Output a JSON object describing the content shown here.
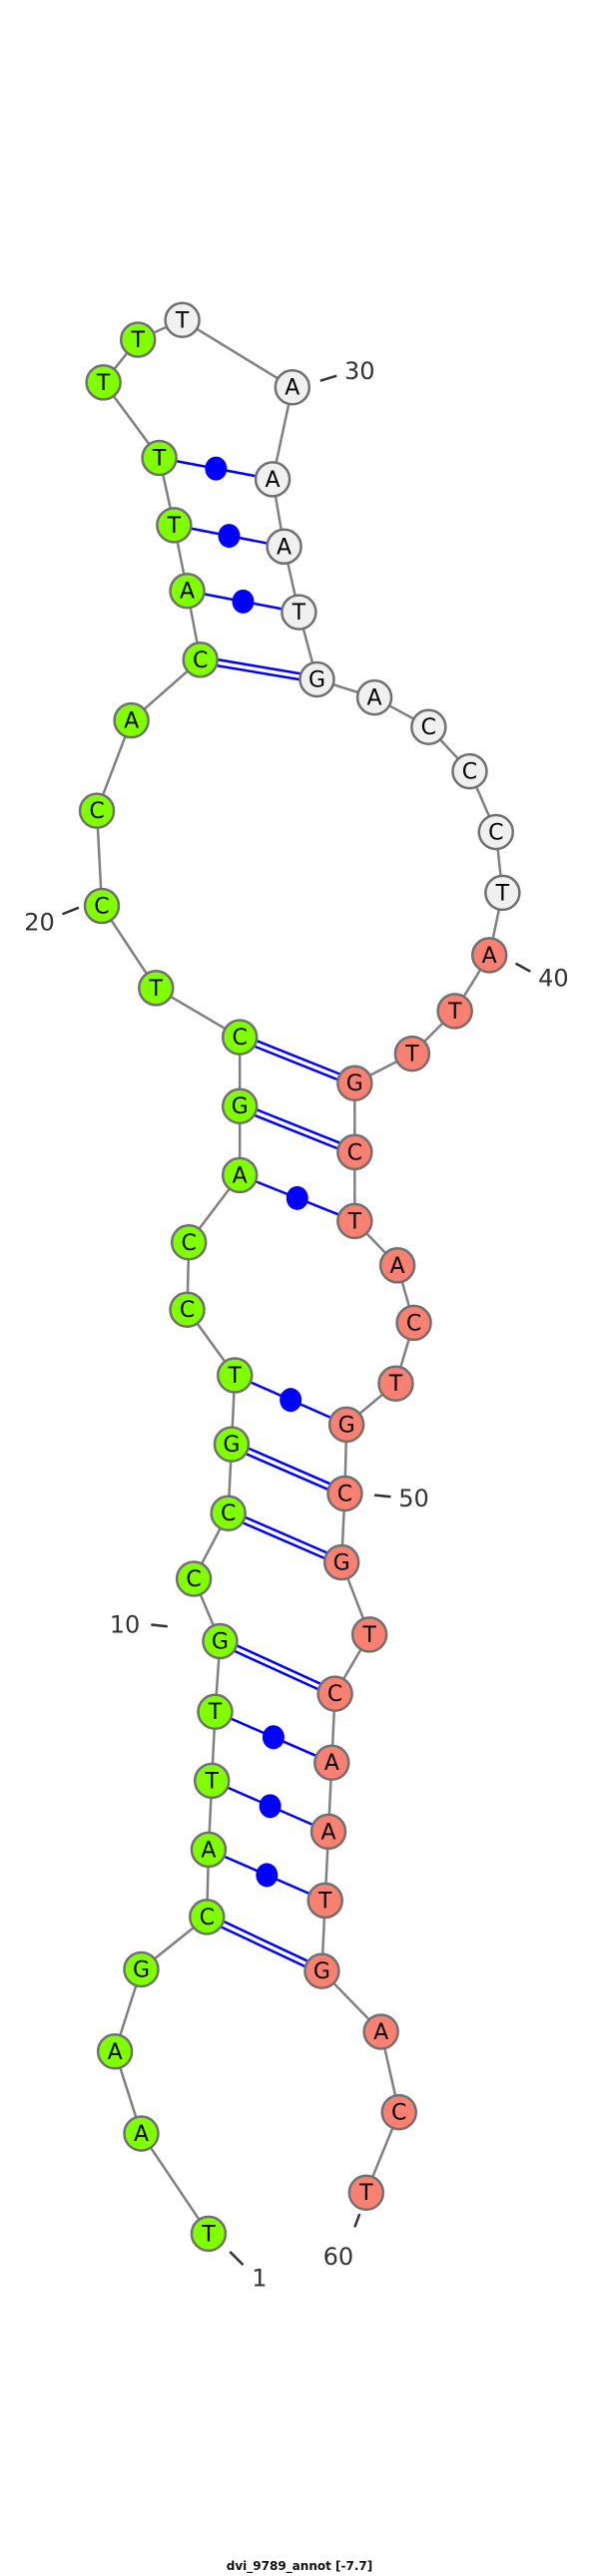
{
  "caption": "dvi_9789_annot [-7.7]",
  "sequence": "TAAGCATTGCCGTCCAGCTCCACATTTTTAAATGACCCTATTGCTACTGCGTCAATGACT",
  "colors": {
    "green": "#7fff00",
    "white": "#f0f0f0",
    "salmon": "#fa8072",
    "backbone": "#808080",
    "pair": "#0000ff",
    "outline": "#707070"
  },
  "color_ranges": [
    {
      "from": 1,
      "to": 28,
      "color": "green"
    },
    {
      "from": 29,
      "to": 39,
      "color": "white"
    },
    {
      "from": 40,
      "to": 60,
      "color": "salmon"
    }
  ],
  "pairs": [
    {
      "i": 5,
      "j": 57,
      "type": "GC"
    },
    {
      "i": 6,
      "j": 56,
      "type": "AT"
    },
    {
      "i": 7,
      "j": 55,
      "type": "AT"
    },
    {
      "i": 8,
      "j": 54,
      "type": "AT"
    },
    {
      "i": 9,
      "j": 53,
      "type": "GC"
    },
    {
      "i": 11,
      "j": 51,
      "type": "GC"
    },
    {
      "i": 12,
      "j": 50,
      "type": "GC"
    },
    {
      "i": 13,
      "j": 49,
      "type": "GU"
    },
    {
      "i": 16,
      "j": 45,
      "type": "AT"
    },
    {
      "i": 17,
      "j": 44,
      "type": "GC"
    },
    {
      "i": 18,
      "j": 43,
      "type": "GC"
    },
    {
      "i": 23,
      "j": 34,
      "type": "GC"
    },
    {
      "i": 24,
      "j": 33,
      "type": "AT"
    },
    {
      "i": 25,
      "j": 32,
      "type": "AT"
    },
    {
      "i": 26,
      "j": 31,
      "type": "AT"
    }
  ],
  "position_labels": [
    "1",
    "10",
    "20",
    "30",
    "40",
    "50",
    "60"
  ]
}
